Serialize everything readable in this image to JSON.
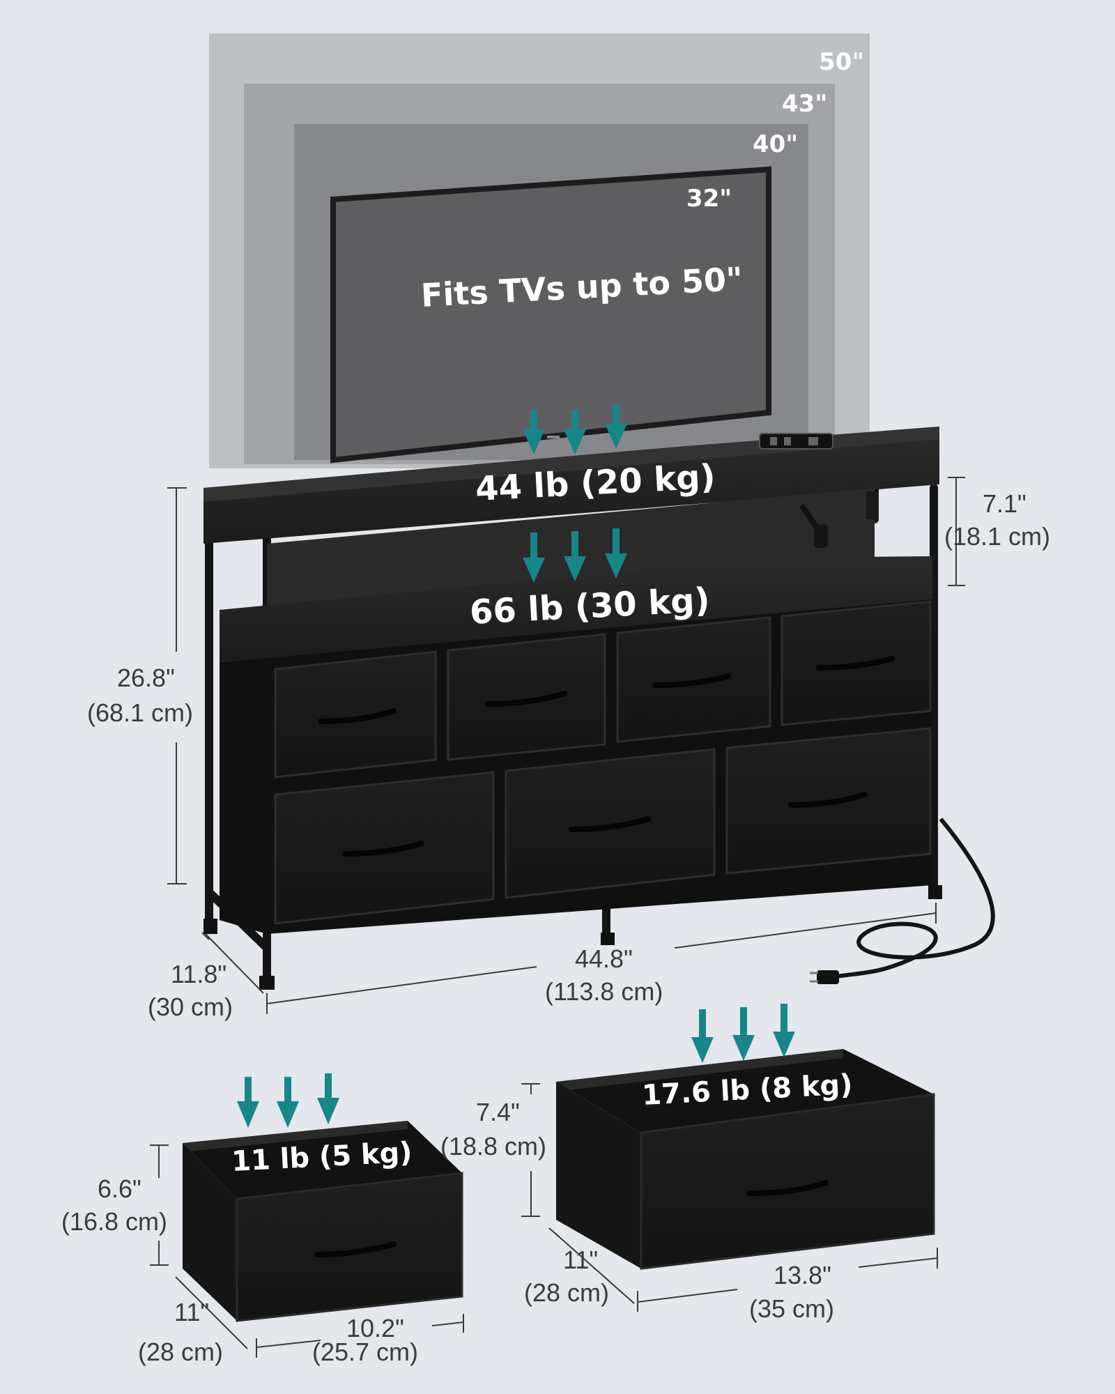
{
  "tv": {
    "headline": "Fits TVs up to 50\"",
    "sizes": [
      "50\"",
      "43\"",
      "40\"",
      "32\""
    ]
  },
  "load": {
    "top": "44 lb (20 kg)",
    "shelf": "66 lb (30 kg)",
    "small_bin": "11 lb (5 kg)",
    "large_bin": "17.6 lb (8 kg)"
  },
  "dimensions": {
    "height_in": "26.8\"",
    "height_cm": "(68.1 cm)",
    "shelf_gap_in": "7.1\"",
    "shelf_gap_cm": "(18.1 cm)",
    "depth_in": "11.8\"",
    "depth_cm": "(30 cm)",
    "width_in": "44.8\"",
    "width_cm": "(113.8 cm)",
    "small_h_in": "6.6\"",
    "small_h_cm": "(16.8 cm)",
    "small_d_in": "11\"",
    "small_d_cm": "(28 cm)",
    "small_w_in": "10.2\"",
    "small_w_cm": "(25.7 cm)",
    "large_h_in": "7.4\"",
    "large_h_cm": "(18.8 cm)",
    "large_d_in": "11\"",
    "large_d_cm": "(28 cm)",
    "large_w_in": "13.8\"",
    "large_w_cm": "(35 cm)"
  },
  "colors": {
    "background": "#e4e7eb",
    "accent_arrow": "#16868a",
    "furniture": "#1a1a1a"
  }
}
